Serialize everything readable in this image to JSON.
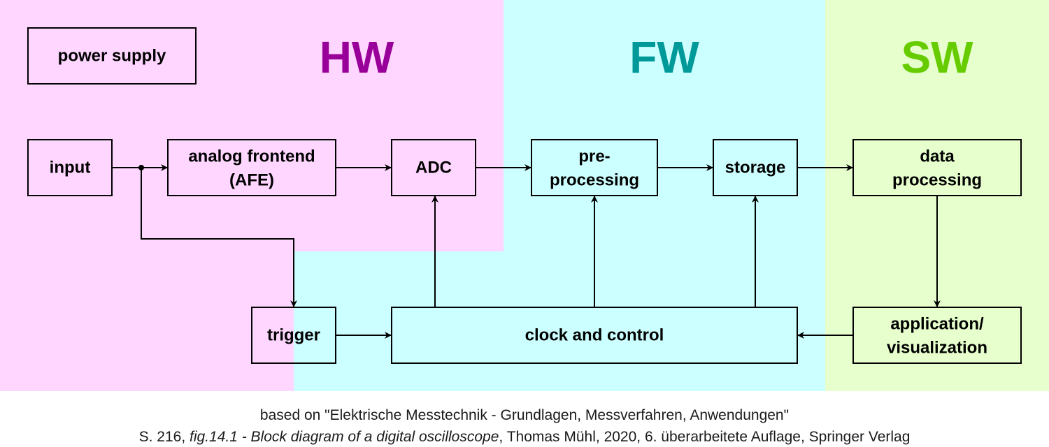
{
  "regions": {
    "hw": {
      "label": "HW",
      "color": "#990099",
      "bg": "#ffd6ff"
    },
    "fw": {
      "label": "FW",
      "color": "#009999",
      "bg": "#ccffff"
    },
    "sw": {
      "label": "SW",
      "color": "#66cc00",
      "bg": "#e6ffcc"
    }
  },
  "blocks": {
    "power_supply": [
      "power supply"
    ],
    "input": [
      "input"
    ],
    "afe": [
      "analog frontend",
      "(AFE)"
    ],
    "adc": [
      "ADC"
    ],
    "preprocessing": [
      "pre-",
      "processing"
    ],
    "storage": [
      "storage"
    ],
    "data_processing": [
      "data",
      "processing"
    ],
    "trigger": [
      "trigger"
    ],
    "clock_control": [
      "clock and control"
    ],
    "application": [
      "application/",
      "visualization"
    ]
  },
  "caption": {
    "line1": "based on \"Elektrische Messtechnik - Grundlagen, Messverfahren, Anwendungen\"",
    "line2_prefix": "S. 216, ",
    "line2_fig": "fig.14.1 - Block diagram of a digital oscilloscope",
    "line2_suffix": ", Thomas Mühl, 2020, 6. überarbeitete Auflage, Springer Verlag"
  }
}
